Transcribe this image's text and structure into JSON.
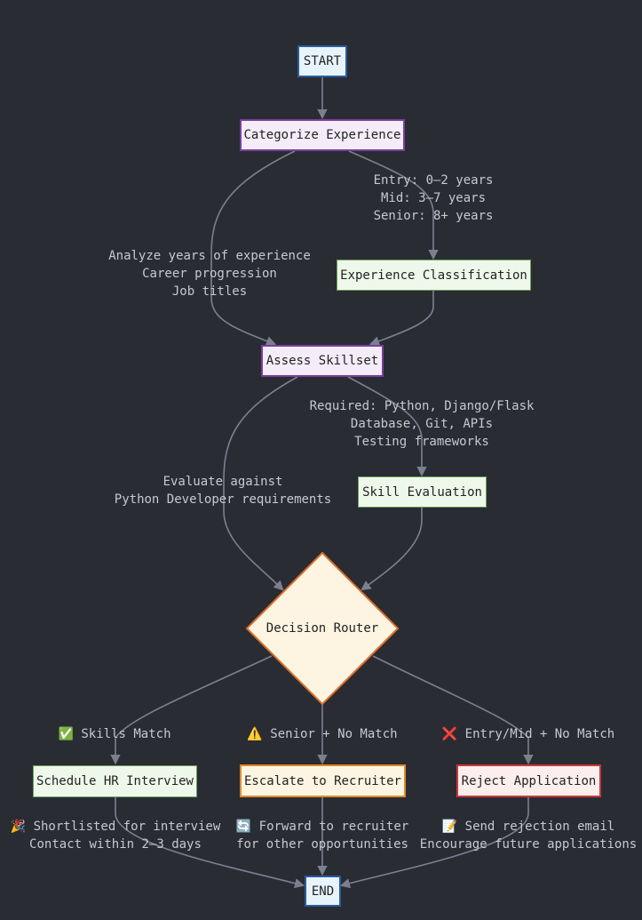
{
  "colors": {
    "background": "#2a2c34",
    "edge": "#7c808e",
    "label_text": "#c8c8cf",
    "decision_fill": "#fdf5e2",
    "decision_stroke": "#e0702c"
  },
  "nodes": {
    "start": "START",
    "categorize": "Categorize Experience",
    "classification": "Experience Classification",
    "assess": "Assess Skillset",
    "skill_eval": "Skill Evaluation",
    "router": "Decision Router",
    "schedule": "Schedule HR Interview",
    "escalate": "Escalate to Recruiter",
    "reject": "Reject Application",
    "end": "END"
  },
  "edge_labels": {
    "analyze": [
      "Analyze years of experience",
      "Career progression",
      "Job titles"
    ],
    "levels": [
      "Entry: 0–2 years",
      "Mid: 3–7 years",
      "Senior: 8+ years"
    ],
    "evaluate": [
      "Evaluate against",
      "Python Developer requirements"
    ],
    "required": [
      "Required: Python, Django/Flask",
      "Database, Git, APIs",
      "Testing frameworks"
    ],
    "skills_match": [
      "✅ Skills Match"
    ],
    "senior_no_match": [
      "⚠️ Senior + No Match"
    ],
    "entry_no_match": [
      "❌ Entry/Mid + No Match"
    ],
    "shortlisted": [
      "🎉 Shortlisted for interview",
      "Contact within 2–3 days"
    ],
    "forward": [
      "🔄 Forward to recruiter",
      "for other opportunities"
    ],
    "rejection": [
      "📝 Send rejection email",
      "Encourage future applications"
    ]
  }
}
